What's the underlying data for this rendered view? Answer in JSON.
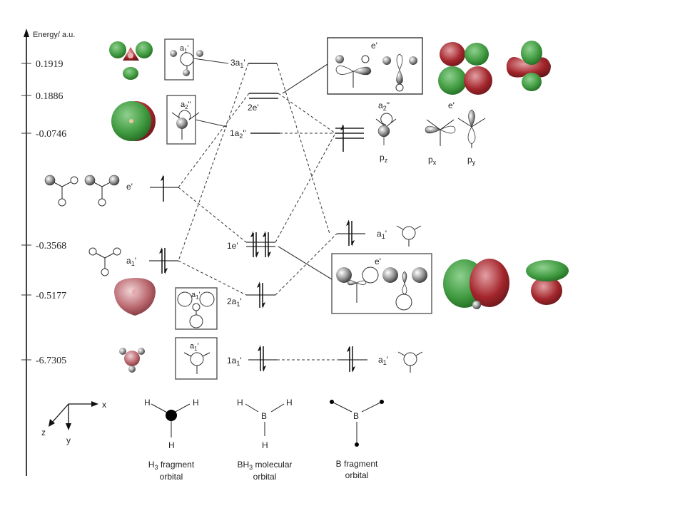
{
  "axis": {
    "title": "Energy/ a.u.",
    "ticks": [
      "0.1919",
      "0.1886",
      "-0.0746",
      "-0.3568",
      "-0.5177",
      "-6.7305"
    ]
  },
  "h3_fragment": {
    "levels": [
      {
        "symmetry": "e'",
        "electrons": 1
      },
      {
        "symmetry": "a1'",
        "electrons": 2
      }
    ],
    "caption_line1": "H3 fragment",
    "caption_line2": "orbital"
  },
  "bh3_molecular": {
    "levels": [
      {
        "label": "3a1'",
        "electrons": 0
      },
      {
        "label": "2e'",
        "electrons": 0
      },
      {
        "label": "1a2\"",
        "electrons": 0
      },
      {
        "label": "1e'",
        "electrons": 4
      },
      {
        "label": "2a1'",
        "electrons": 2
      },
      {
        "label": "1a1'",
        "electrons": 2
      }
    ],
    "caption_line1": "BH3 molecular",
    "caption_line2": "orbital"
  },
  "b_fragment": {
    "levels": [
      {
        "symmetry": "a2\" / e'",
        "orbitals": [
          "pz",
          "px",
          "py"
        ],
        "electrons": 1
      },
      {
        "symmetry": "a1'",
        "electrons": 2
      },
      {
        "symmetry": "a1'",
        "electrons": 2
      }
    ],
    "p_labels": {
      "a2": "a2\"",
      "e": "e'",
      "pz": "pz",
      "px": "px",
      "py": "py"
    },
    "caption_line1": "B fragment",
    "caption_line2": "orbital"
  },
  "boxes": {
    "a1_top": "a1'",
    "a2": "a2\"",
    "e_top": "e'",
    "e_bottom": "e'",
    "a1_2": "a1'",
    "a1_1": "a1'"
  },
  "axes_triad": {
    "x": "x",
    "y": "y",
    "z": "z"
  },
  "structures": {
    "h3": {
      "atoms": [
        "H",
        "H",
        "H"
      ]
    },
    "bh3": {
      "center": "B",
      "atoms": [
        "H",
        "H",
        "H"
      ]
    },
    "b": {
      "center": "B"
    }
  },
  "colors": {
    "lobe_green": "#3f9a3f",
    "lobe_red": "#a3262c",
    "line": "#333333"
  }
}
